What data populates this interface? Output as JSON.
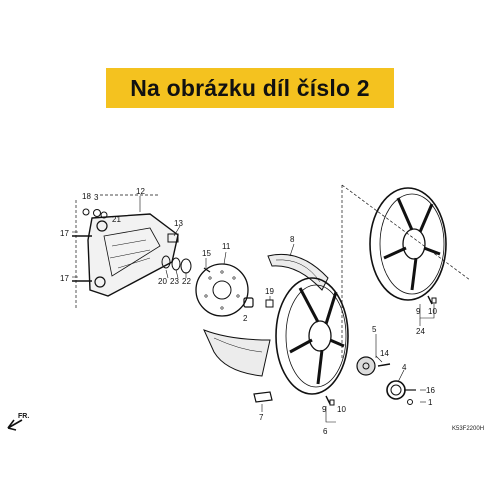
{
  "banner": {
    "text": "Na obrázku díl číslo 2",
    "color": "#f4c21f"
  },
  "callouts": [
    {
      "id": "c18",
      "text": "18"
    },
    {
      "id": "c3",
      "text": "3"
    },
    {
      "id": "c12",
      "text": "12"
    },
    {
      "id": "c21",
      "text": "21"
    },
    {
      "id": "c13",
      "text": "13"
    },
    {
      "id": "c17a",
      "text": "17"
    },
    {
      "id": "c17b",
      "text": "17"
    },
    {
      "id": "c15",
      "text": "15"
    },
    {
      "id": "c11",
      "text": "11"
    },
    {
      "id": "c20",
      "text": "20"
    },
    {
      "id": "c23",
      "text": "23"
    },
    {
      "id": "c22",
      "text": "22"
    },
    {
      "id": "c8",
      "text": "8"
    },
    {
      "id": "c19",
      "text": "19"
    },
    {
      "id": "c2",
      "text": "2"
    },
    {
      "id": "c5",
      "text": "5"
    },
    {
      "id": "c14",
      "text": "14"
    },
    {
      "id": "c9a",
      "text": "9"
    },
    {
      "id": "c10a",
      "text": "10"
    },
    {
      "id": "c24",
      "text": "24"
    },
    {
      "id": "c4",
      "text": "4"
    },
    {
      "id": "c16",
      "text": "16"
    },
    {
      "id": "c1",
      "text": "1"
    },
    {
      "id": "c7",
      "text": "7"
    },
    {
      "id": "c9b",
      "text": "9"
    },
    {
      "id": "c10b",
      "text": "10"
    },
    {
      "id": "c6",
      "text": "6"
    }
  ],
  "direction_label": "FR.",
  "diagram_code": "K53F2200H"
}
